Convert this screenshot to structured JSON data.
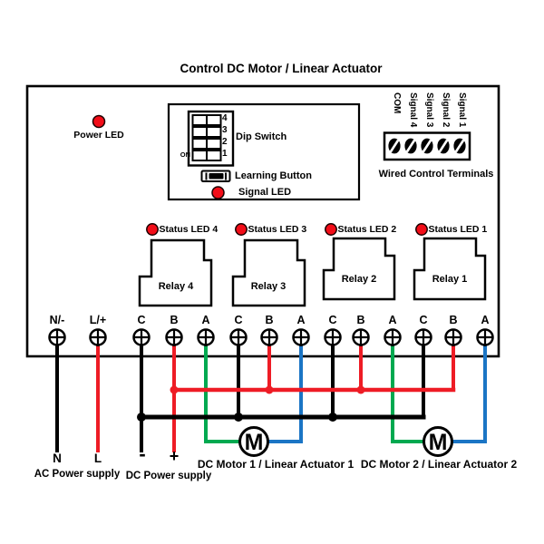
{
  "title": "Control DC Motor / Linear Actuator",
  "colors": {
    "black": "#000000",
    "red": "#ee1c25",
    "green": "#00a950",
    "blue": "#1b75c5",
    "led": "#f20d18"
  },
  "power_led": {
    "label": "Power LED"
  },
  "control_panel": {
    "dip_switch_label": "Dip Switch",
    "dip_numbers": [
      "4",
      "3",
      "2",
      "1"
    ],
    "on_label": "ON",
    "learning_button_label": "Learning Button",
    "signal_led_label": "Signal LED"
  },
  "wired_control": {
    "terminal_labels": [
      "COM",
      "Signal 4",
      "Signal 3",
      "Signal 2",
      "Signal 1"
    ],
    "caption": "Wired Control Terminals"
  },
  "status_leds": [
    {
      "label": "Status LED 4"
    },
    {
      "label": "Status LED 3"
    },
    {
      "label": "Status LED 2"
    },
    {
      "label": "Status LED 1"
    }
  ],
  "relays": [
    {
      "label": "Relay 4"
    },
    {
      "label": "Relay 3"
    },
    {
      "label": "Relay 2"
    },
    {
      "label": "Relay 1"
    }
  ],
  "terminal_row": [
    "N/-",
    "L/+",
    "C",
    "B",
    "A",
    "C",
    "B",
    "A",
    "C",
    "B",
    "A",
    "C",
    "B",
    "A"
  ],
  "power": {
    "ac_n": "N",
    "ac_l": "L",
    "ac_caption": "AC Power supply",
    "dc_minus": "-",
    "dc_plus": "+",
    "dc_caption": "DC Power supply"
  },
  "motors": [
    {
      "symbol": "M",
      "label": "DC Motor 1 / Linear Actuator 1"
    },
    {
      "symbol": "M",
      "label": "DC Motor 2 / Linear Actuator 2"
    }
  ]
}
